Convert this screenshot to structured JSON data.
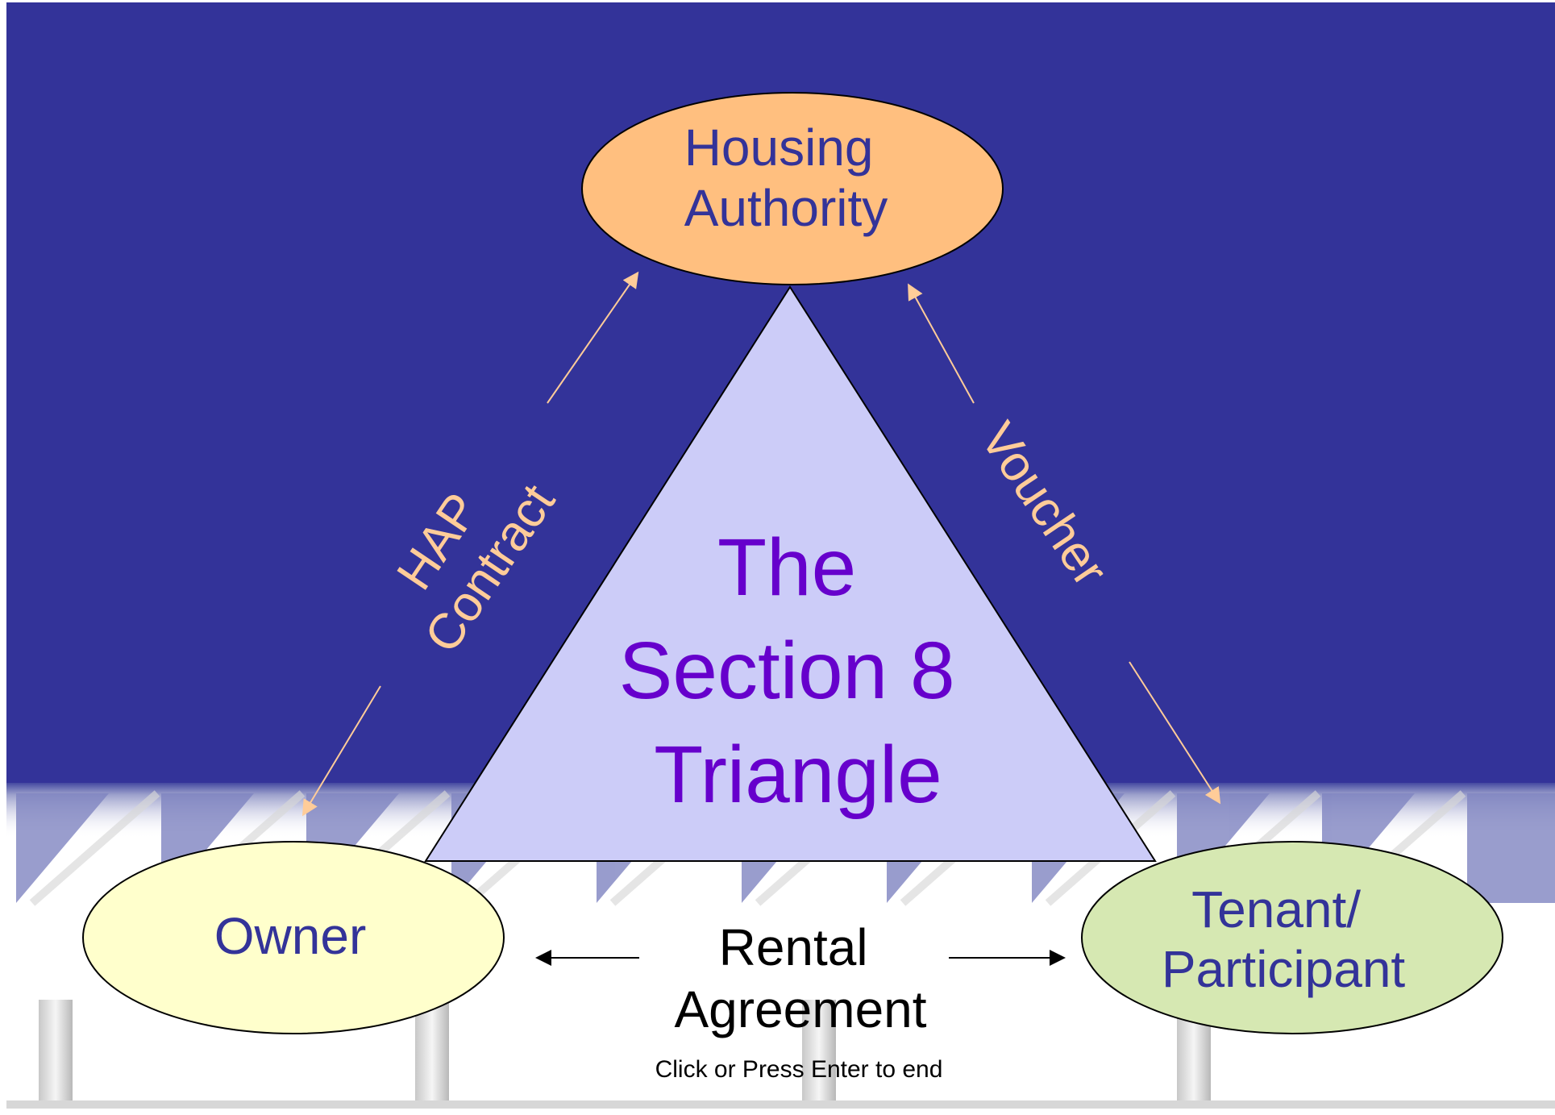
{
  "colors": {
    "background_top": "#333399",
    "background_bottom": "#ffffff",
    "bottom_pattern": "#8d92c4",
    "triangle_fill": "#ccccf8",
    "triangle_title": "#6600cc",
    "housing_authority_fill": "#ffbf7f",
    "owner_fill": "#ffffcc",
    "tenant_fill": "#d6e8b2",
    "node_text": "#333399",
    "relationship_label": "#ffcc99",
    "rental_text": "#000000"
  },
  "triangle": {
    "title_lines": [
      "The",
      "Section 8",
      "Triangle"
    ]
  },
  "nodes": {
    "housing_authority": {
      "lines": [
        "Housing",
        "Authority"
      ]
    },
    "owner": {
      "lines": [
        "Owner"
      ]
    },
    "tenant": {
      "lines": [
        "Tenant/",
        "Participant"
      ]
    }
  },
  "relationships": {
    "hap_contract": {
      "lines": [
        "HAP",
        "Contract"
      ]
    },
    "voucher": {
      "label": "Voucher"
    },
    "rental_agreement": {
      "lines": [
        "Rental",
        "Agreement"
      ]
    }
  },
  "footer": {
    "instruction": "Click or Press Enter to end"
  },
  "icons": {
    "hap_contract_arrows": "diagonal-arrow-icon",
    "voucher_arrows": "diagonal-arrow-icon",
    "rental_agreement_arrows": "horizontal-arrow-icon"
  }
}
